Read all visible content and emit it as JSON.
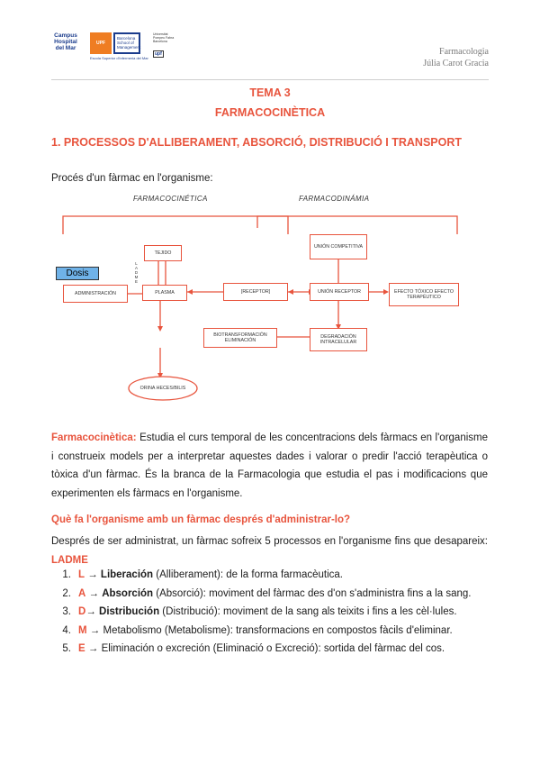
{
  "header": {
    "logo1_lines": [
      "Campus",
      "Hospital",
      "del Mar"
    ],
    "logo2_orange": "UPF",
    "logo2_blue": "Barcelona School of Management",
    "logo2_sub": "Escola Superior d'Infermeria del Mar",
    "logo3_lines": [
      "Universitat",
      "Pompeu Fabra",
      "Barcelona"
    ],
    "logo3_box": "upf",
    "subject": "Farmacologia",
    "author": "Júlia Carot Gracia"
  },
  "title": {
    "tema": "TEMA 3",
    "name": "FARMACOCINÈTICA"
  },
  "section": {
    "heading": "1. PROCESSOS D'ALLIBERAMENT, ABSORCIÓ, DISTRIBUCIÓ I TRANSPORT",
    "intro": "Procés d'un fàrmac en l'organisme:"
  },
  "diagram": {
    "title_left": "FARMACOCINÉTICA",
    "title_right": "FARMACODINÁMIA",
    "dosis": "Dosis",
    "ladme": [
      "L",
      "A",
      "D",
      "M",
      "E"
    ],
    "administracion": "ADMINISTRACIÓN",
    "tejido": "TEJIDO",
    "plasma": "PLASMA",
    "receptor": "[RECEPTOR]",
    "union_competitiva": "UNIÓN COMPETITIVA",
    "union_receptor": "UNIÓN RECEPTOR",
    "efecto": "EFECTO TÓXICO EFECTO TERAPÉUTICO",
    "biotransformacion": "BIOTRANSFORMACIÓN ELIMINACIÓN",
    "degradacion": "DEGRADACIÓN INTRACELULAR",
    "orina": "ORINA HECES/BILIS",
    "colors": {
      "accent": "#e8543d",
      "dosis_bg": "#6fb2e8"
    }
  },
  "farmacocinetica": {
    "label": "Farmacocinètica:",
    "text": " Estudia el curs temporal de les concentracions dels fàrmacs en l'organisme i construeix models per a interpretar aquestes dades i valorar o predir l'acció terapèutica o tòxica d'un fàrmac. És la branca de la Farmacologia que estudia el pas i modificacions que experimenten els fàrmacs en l'organisme."
  },
  "question": {
    "heading": "Què fa l'organisme amb un fàrmac després d'administrar-lo?",
    "text": "Després de ser administrat, un fàrmac sofreix 5 processos en l'organisme fins que desapareix: ",
    "ladme": "LADME"
  },
  "steps": [
    {
      "num": "1.",
      "letter": "L",
      "arrow": " → ",
      "term": "Liberación",
      "rest": " (Alliberament): de la forma farmacèutica."
    },
    {
      "num": "2.",
      "letter": "A",
      "arrow": " → ",
      "term": "Absorción",
      "rest": " (Absorció): moviment del fàrmac des d'on s'administra fins a la sang."
    },
    {
      "num": "3.",
      "letter": "D",
      "arrow": "→ ",
      "term": "Distribución",
      "rest": " (Distribució): moviment de la sang als teixits i fins a les cèl·lules."
    },
    {
      "num": "4.",
      "letter": "M",
      "arrow": " → ",
      "term": "",
      "rest": "Metabolismo (Metabolisme): transformacions en compostos fàcils d'eliminar."
    },
    {
      "num": "5.",
      "letter": "E",
      "arrow": " → ",
      "term": "",
      "rest": "Eliminación o excreción (Eliminació o Excreció): sortida del fàrmac del cos."
    }
  ]
}
